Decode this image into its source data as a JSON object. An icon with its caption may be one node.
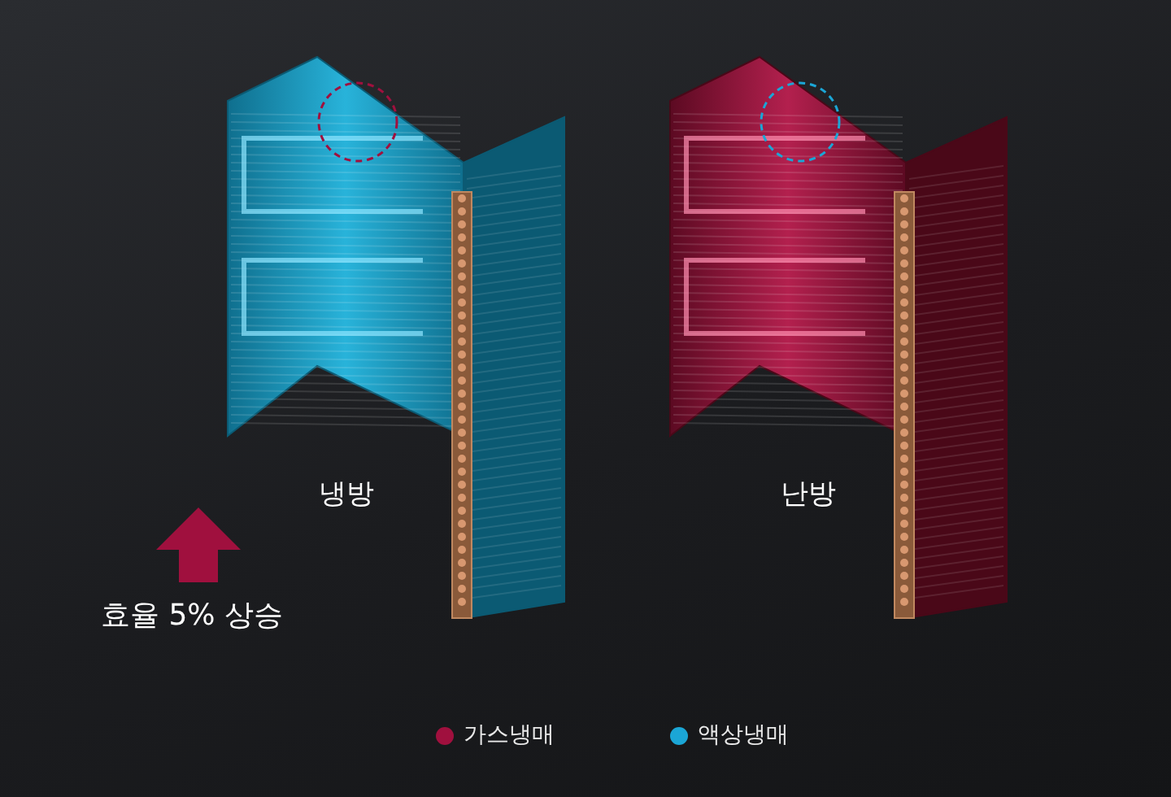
{
  "diagram": {
    "labels": [
      "냉방",
      "난방",
      "효율 5% 상승"
    ],
    "legend": [
      {
        "text": "가스냉매",
        "color": "#a0103e"
      },
      {
        "text": "액상냉매",
        "color": "#1ba6d6"
      }
    ]
  }
}
